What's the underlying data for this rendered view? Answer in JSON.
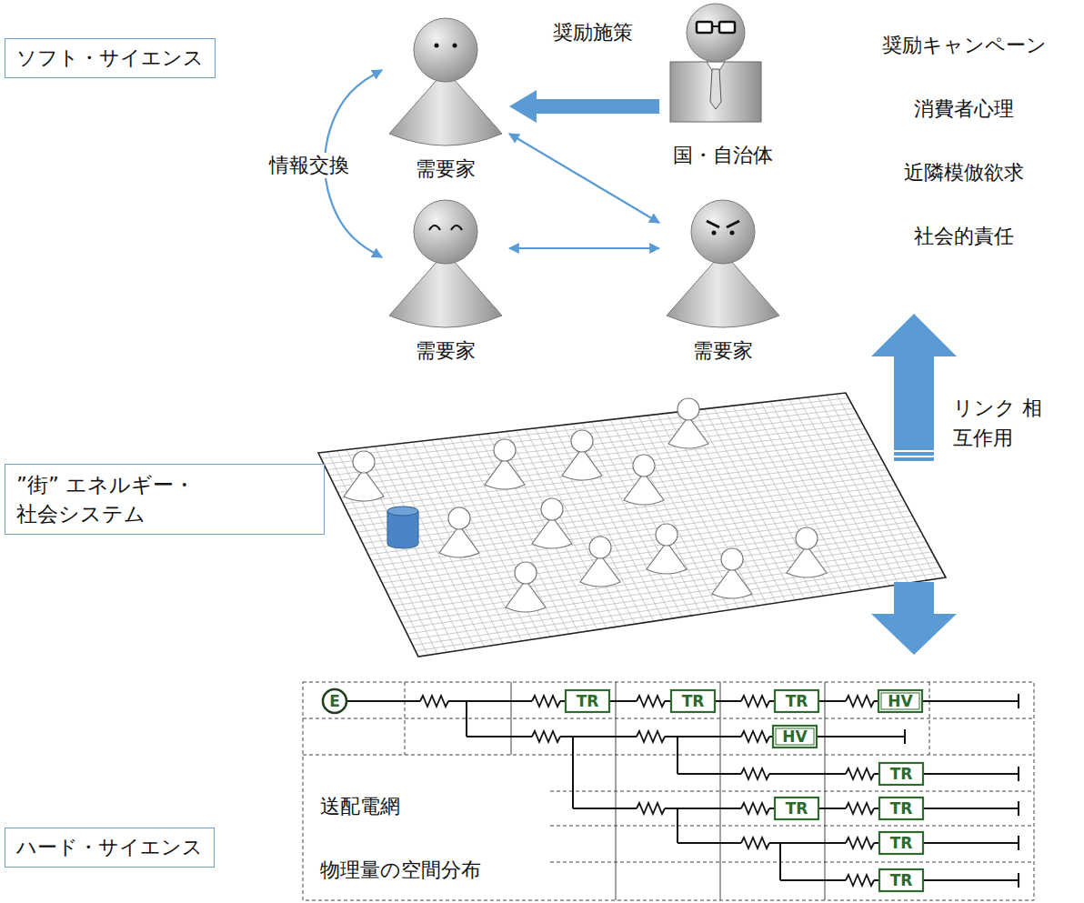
{
  "diagram": {
    "nodes": [
      {
        "text": [
          "ソフト・サイエンス"
        ]
      },
      {
        "text": [
          "需要家"
        ]
      },
      {
        "text": [
          "国・自治体"
        ]
      },
      {
        "text": [
          "需要家"
        ]
      },
      {
        "text": [
          "需要家"
        ]
      },
      {
        "text": [
          "”街” エネルギー・社会システム"
        ]
      },
      {
        "text": [
          "ハード・サイエンス"
        ]
      }
    ],
    "edges": [
      {
        "from": 2,
        "to": 1,
        "arrow": "to",
        "label": "奨励施策"
      },
      {
        "from": 1,
        "to": 3,
        "arrow": "both",
        "label": "情報交換"
      },
      {
        "from": 3,
        "to": 4,
        "arrow": "both"
      },
      {
        "from": 1,
        "to": 4,
        "arrow": "both"
      }
    ],
    "labels": [
      "奨励キャンペーン",
      "消費者心理",
      "近隣模倣欲求",
      "社会的責任",
      "リンク 相互作用",
      "E",
      "TR",
      "TR",
      "TR",
      "HV",
      "HV",
      "TR",
      "TR",
      "TR",
      "TR",
      "TR",
      "送配電網",
      "物理量の空間分布"
    ]
  }
}
